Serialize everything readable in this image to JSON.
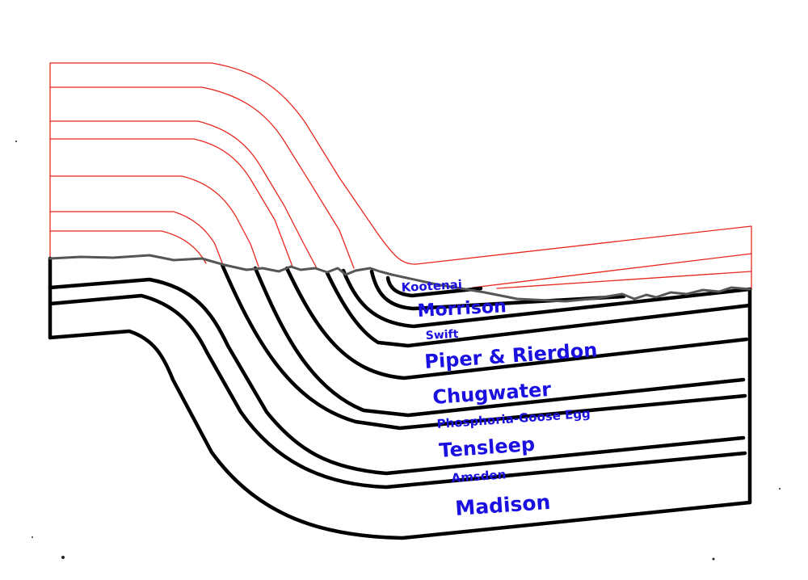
{
  "diagram": {
    "colors": {
      "eroded_strata": "#e8281e",
      "bedding_lines": "#000000",
      "erosion_surface": "#555555",
      "labels": "#1a10e0"
    },
    "layers": [
      {
        "id": "kootenai",
        "label": "Kootenai"
      },
      {
        "id": "morrison",
        "label": "Morrison"
      },
      {
        "id": "swift",
        "label": "Swift"
      },
      {
        "id": "piper",
        "label": "Piper & Rierdon"
      },
      {
        "id": "chugwater",
        "label": "Chugwater"
      },
      {
        "id": "phosphoria",
        "label": "Phosphoria-Goose Egg"
      },
      {
        "id": "tensleep",
        "label": "Tensleep"
      },
      {
        "id": "amsden",
        "label": "Amsden"
      },
      {
        "id": "madison",
        "label": "Madison"
      }
    ]
  }
}
